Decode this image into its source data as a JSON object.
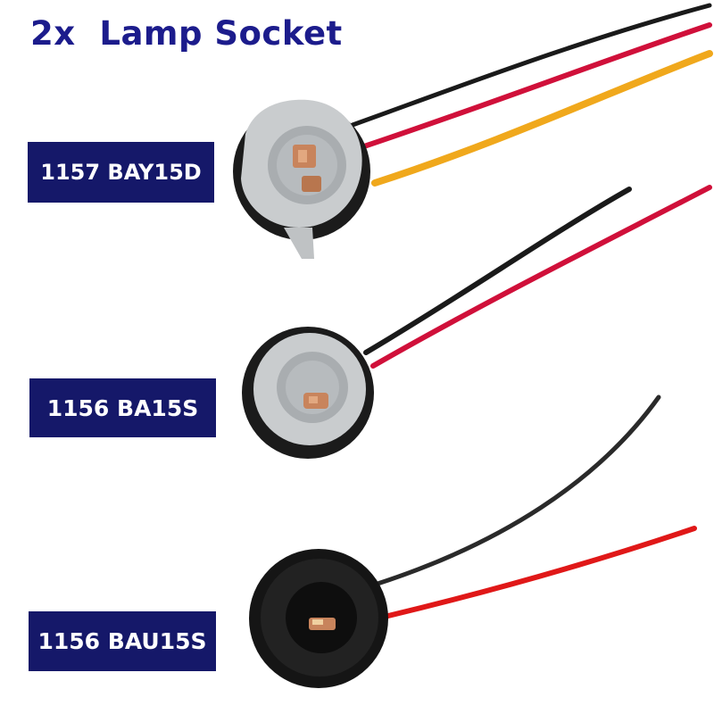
{
  "title": "2x  Lamp Socket",
  "products": [
    {
      "label": "1157 BAY15D",
      "wires": [
        "black",
        "red",
        "yellow"
      ]
    },
    {
      "label": "1156 BA15S",
      "wires": [
        "black",
        "red"
      ]
    },
    {
      "label": "1156 BAU15S",
      "wires": [
        "black",
        "red"
      ]
    }
  ],
  "colors": {
    "title": "#1c1c8c",
    "label_bg": "#151869",
    "label_text": "#ffffff",
    "wire_black": "#1a1a1a",
    "wire_red": "#d0103a",
    "wire_yellow": "#f0a81c",
    "socket_gray": "#c9ccce",
    "socket_black": "#151515",
    "contact_copper": "#c8845c"
  }
}
